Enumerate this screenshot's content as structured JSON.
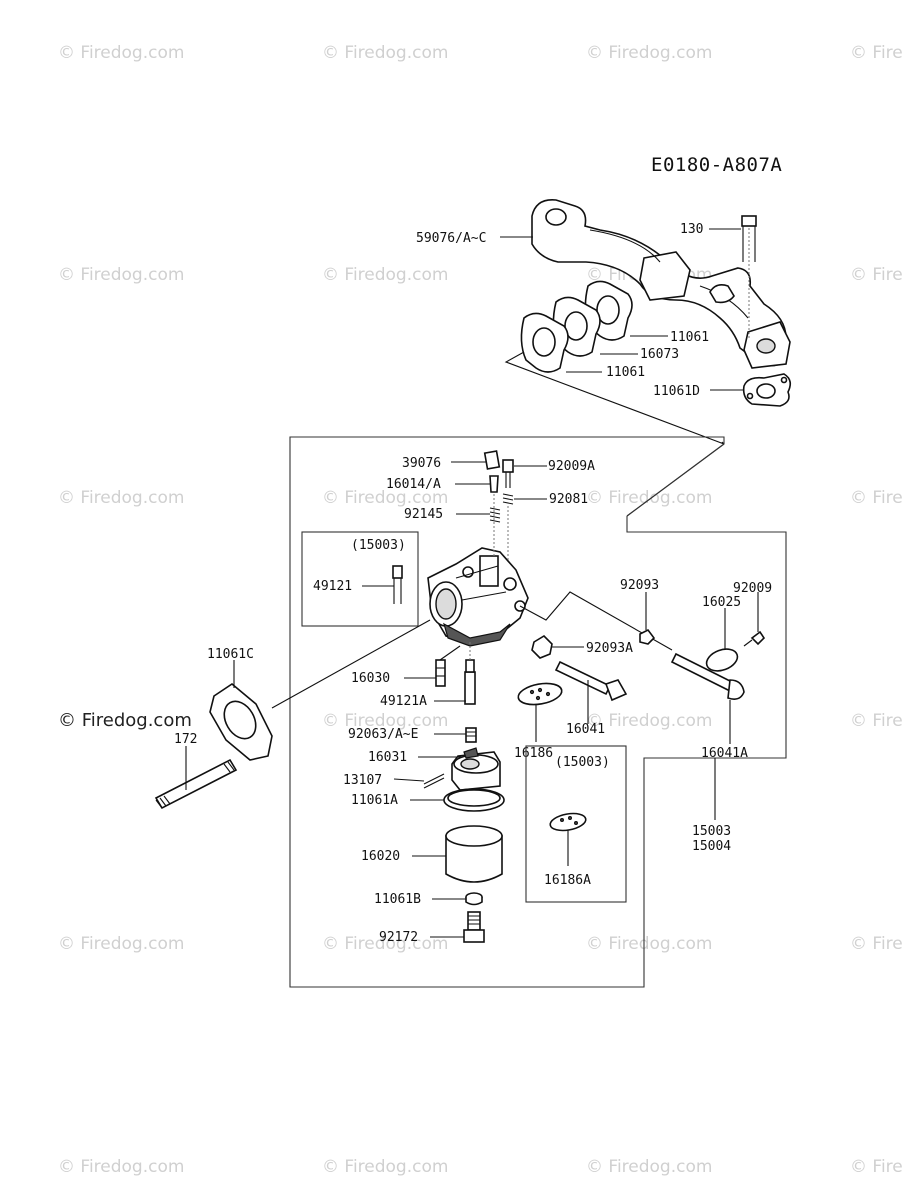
{
  "watermark": "© Firedog.com",
  "watermark_cut": "© Fire",
  "diagram_code": "E0180-A807A",
  "parts": {
    "p59076": "59076/A~C",
    "p130": "130",
    "p11061_a": "11061",
    "p16073": "16073",
    "p11061_b": "11061",
    "p11061D": "11061D",
    "p39076": "39076",
    "p92009A": "92009A",
    "p16014": "16014/A",
    "p92081": "92081",
    "p92145": "92145",
    "box1_ref": "(15003)",
    "p49121": "49121",
    "p11061C": "11061C",
    "p172": "172",
    "p16030": "16030",
    "p49121A": "49121A",
    "p92063": "92063/A~E",
    "p16031": "16031",
    "p13107": "13107",
    "p11061A": "11061A",
    "p16020": "16020",
    "p11061B": "11061B",
    "p92172": "92172",
    "p92093": "92093",
    "p92009": "92009",
    "p16025": "16025",
    "p92093A": "92093A",
    "p16041": "16041",
    "p16186": "16186",
    "p16041A": "16041A",
    "box2_ref": "(15003)",
    "p16186A": "16186A",
    "p15003": "15003",
    "p15004": "15004"
  }
}
